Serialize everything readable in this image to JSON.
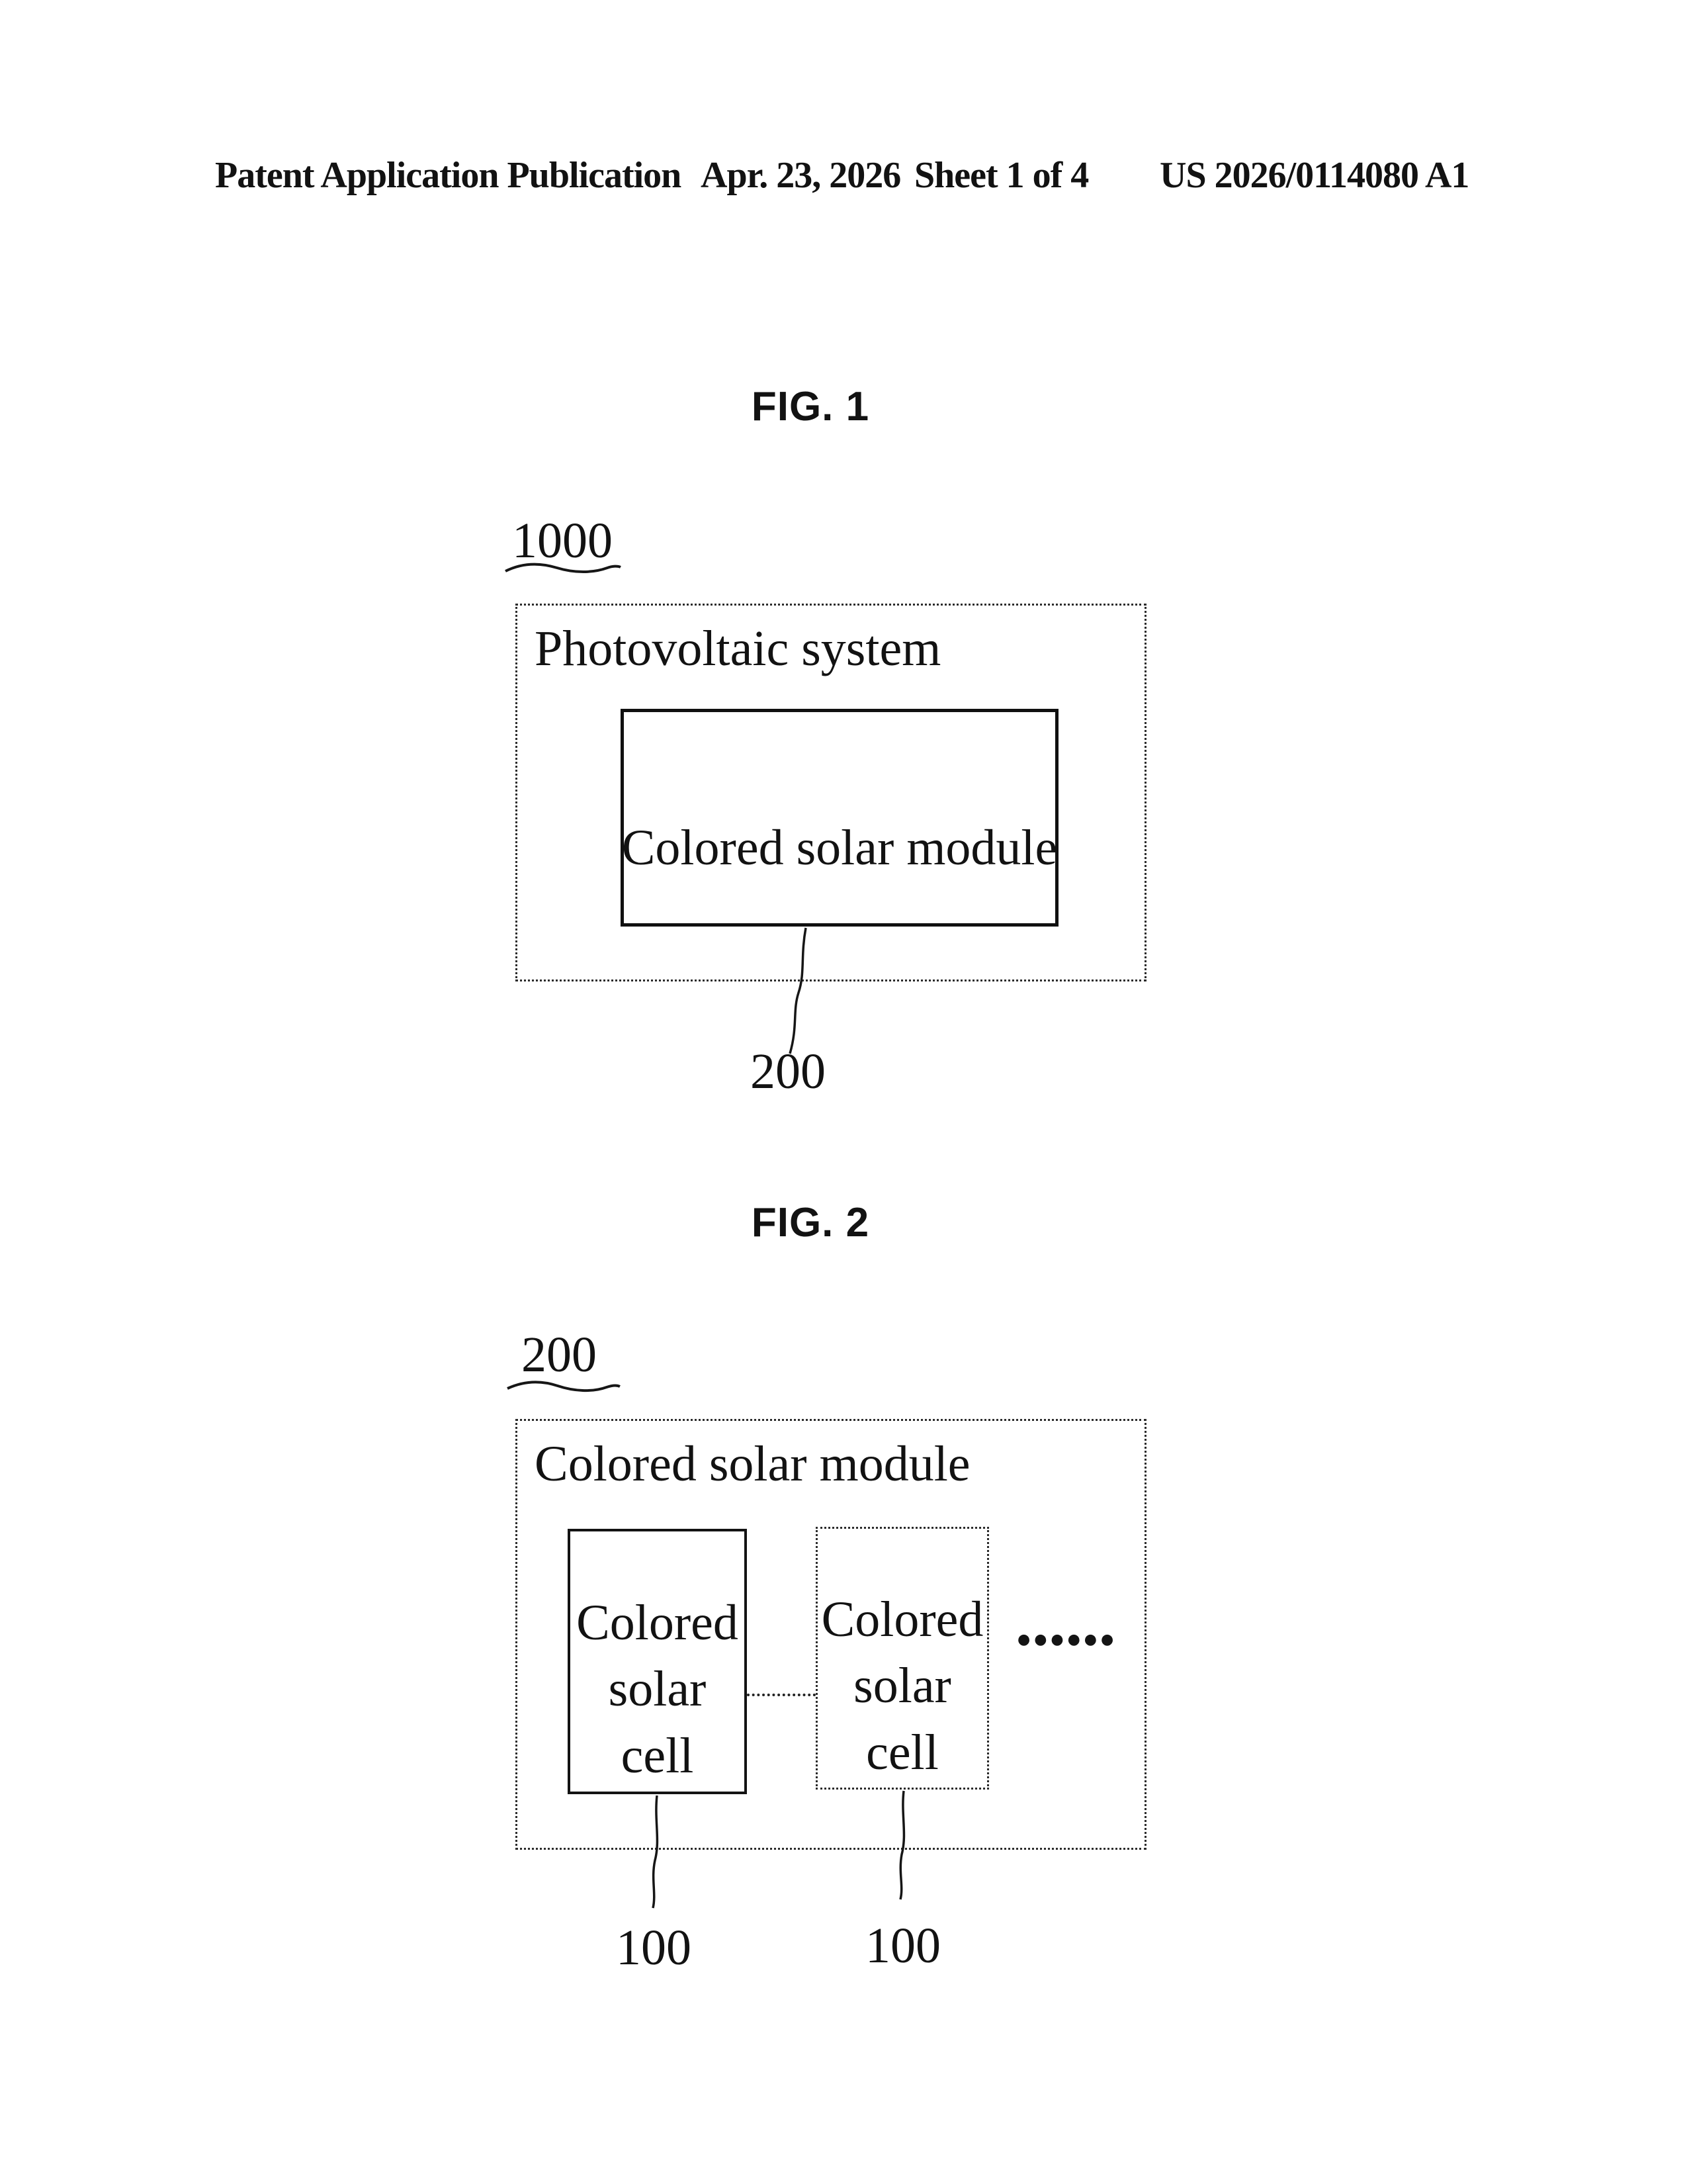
{
  "header": {
    "publication": "Patent Application Publication",
    "date": "Apr. 23, 2026",
    "sheet": "Sheet 1 of 4",
    "document_number": "US 2026/0114080 A1"
  },
  "fig1": {
    "title": "FIG. 1",
    "system_ref": "1000",
    "system_label": "Photovoltaic system",
    "module_label": "Colored solar module",
    "module_ref": "200"
  },
  "fig2": {
    "title": "FIG. 2",
    "module_ref": "200",
    "module_label": "Colored solar module",
    "cell_line1": "Colored",
    "cell_line2": "solar",
    "cell_line3": "cell",
    "continuation_dots": "●●●●●●",
    "cell_ref_left": "100",
    "cell_ref_right": "100"
  },
  "colors": {
    "ink": "#121212",
    "paper": "#ffffff"
  }
}
